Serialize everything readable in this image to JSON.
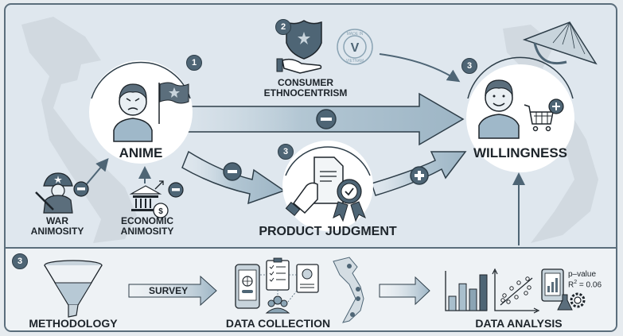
{
  "diagram": {
    "nodes": {
      "anime": {
        "label": "ANIME",
        "badge": "1"
      },
      "consumer_ethnocentrism": {
        "line1": "CONSUMER",
        "line2": "ETHNOCENTRISM",
        "badge": "2",
        "stamp_top": "MADE IN",
        "stamp_letter": "V",
        "stamp_bottom": "VIETNAM"
      },
      "willingness": {
        "label": "WILLINGNESS",
        "badge": "3"
      },
      "product_judgment": {
        "label": "PRODUCT JUDGMENT",
        "badge": "3"
      },
      "war_animosity": {
        "line1": "WAR",
        "line2": "ANIMOSITY"
      },
      "economic_animosity": {
        "line1": "ECONOMIC",
        "line2": "ANIMOSITY"
      }
    },
    "relationships": [
      {
        "from": "war_animosity",
        "to": "anime",
        "sign": "−"
      },
      {
        "from": "economic_animosity",
        "to": "anime",
        "sign": "−"
      },
      {
        "from": "anime",
        "to": "willingness",
        "sign": "−"
      },
      {
        "from": "anime",
        "to": "product_judgment",
        "sign": "−"
      },
      {
        "from": "product_judgment",
        "to": "willingness",
        "sign": "+"
      },
      {
        "from": "consumer_ethnocentrism",
        "to": "willingness",
        "sign": ""
      }
    ],
    "methodology": {
      "badge": "3",
      "steps": [
        {
          "label": "METHODOLOGY"
        },
        {
          "label": "DATA COLLECTION"
        },
        {
          "label": "DATA ANALYSIS"
        }
      ],
      "arrow_label": "SURVEY",
      "stats": {
        "line1": "p–value",
        "r2_prefix": "R",
        "r2_sup": "2",
        "r2_value": " = 0.06"
      },
      "mini_bar_chart": [
        0.4,
        0.75,
        0.6,
        1.0
      ]
    }
  },
  "colors": {
    "dark": "#4e6575",
    "mid": "#8ba4b4",
    "light": "#b7c9d5",
    "line": "#2e3e49"
  }
}
